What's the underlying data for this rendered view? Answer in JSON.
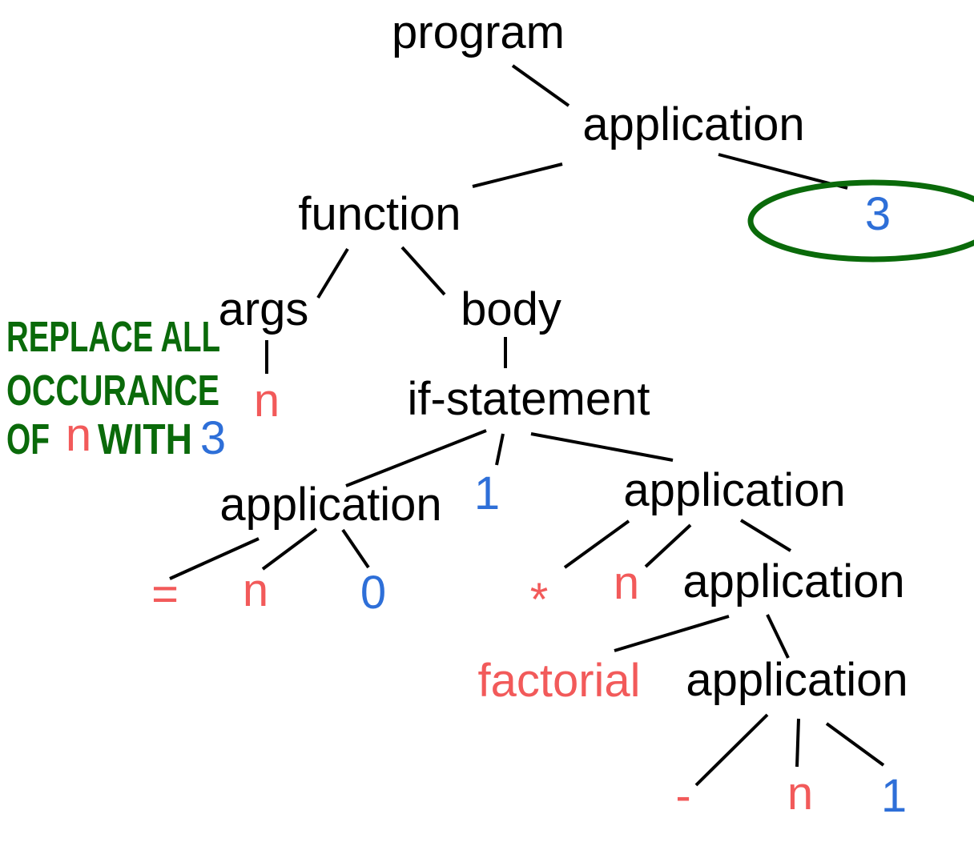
{
  "colors": {
    "keyword": "#000000",
    "variable": "#f25a5a",
    "literal": "#2e6fd8",
    "annotation": "#0a6a0a"
  },
  "tree": {
    "program": "program",
    "app_root": "application",
    "function": "function",
    "arg_value": "3",
    "args": "args",
    "body": "body",
    "param": "n",
    "if_statement": "if-statement",
    "cond_app": "application",
    "then_value": "1",
    "else_app": "application",
    "eq_op": "=",
    "cond_n": "n",
    "cond_zero": "0",
    "mul_op": "*",
    "mul_n": "n",
    "rec_app": "application",
    "factorial": "factorial",
    "sub_app": "application",
    "sub_op": "-",
    "sub_n": "n",
    "sub_one": "1"
  },
  "annotation": {
    "line1": "REPLACE ALL",
    "line2": "OCCURANCE",
    "line3_prefix": "OF",
    "line3_var": "n",
    "line3_mid": "WITH",
    "line3_value": "3"
  }
}
